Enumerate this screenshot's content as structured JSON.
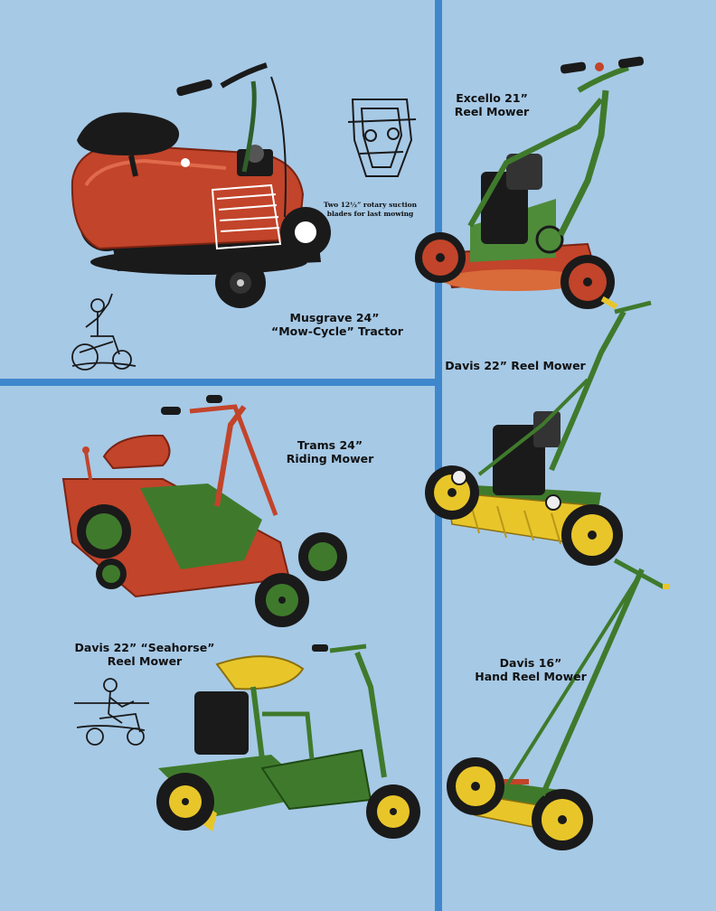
{
  "captions": {
    "musgrave": {
      "line1": "Musgrave 24”",
      "line2": "“Mow-Cycle” Tractor"
    },
    "excello": {
      "line1": "Excello 21”",
      "line2": "Reel Mower"
    },
    "davis22": {
      "line1": "Davis 22” Reel Mower"
    },
    "trams": {
      "line1": "Trams 24”",
      "line2": "Riding Mower"
    },
    "seahorse": {
      "line1": "Davis 22” “Seahorse”",
      "line2": "Reel Mower"
    },
    "davis16": {
      "line1": "Davis 16”",
      "line2": "Hand Reel Mower"
    }
  },
  "blade_note": {
    "line1": "Two 12½” rotary suction",
    "line2": "blades for last mowing"
  },
  "colors": {
    "background": "#a6c9e6",
    "divider": "#3f87cc",
    "red": "#c2442a",
    "green": "#3f7a2c",
    "yellow": "#e8c62a",
    "black": "#1a1a1a"
  },
  "icons": {
    "musgrave": "riding-tractor",
    "blade_diagram": "rotary-blade-assembly",
    "excello": "power-reel-mower",
    "davis22": "power-reel-mower",
    "trams": "riding-mower",
    "seahorse": "sit-on-reel-mower",
    "davis16": "hand-reel-mower",
    "rider_sketch_1": "man-riding-tractor-sketch",
    "rider_sketch_2": "man-riding-mower-sketch"
  }
}
